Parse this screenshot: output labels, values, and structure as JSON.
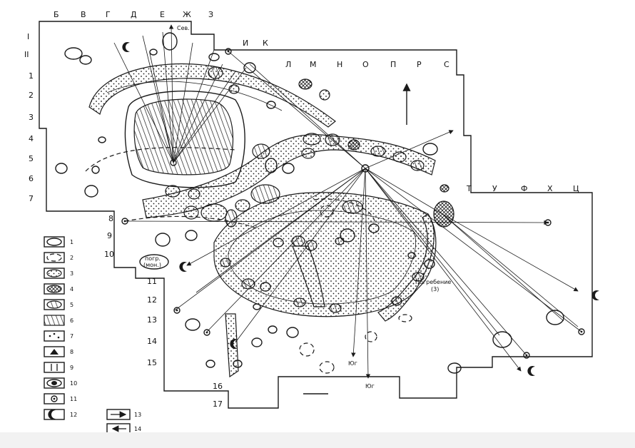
{
  "grid_top": [
    "Б",
    "В",
    "Г",
    "Д",
    "Е",
    "Ж",
    "З",
    "И",
    "К",
    "Л",
    "М",
    "Н",
    "О",
    "П",
    "Р",
    "С"
  ],
  "grid_right": [
    "Т",
    "У",
    "Ф",
    "Х",
    "Ц"
  ],
  "grid_left": [
    "I",
    "II",
    "1",
    "2",
    "3",
    "4",
    "5",
    "6",
    "7",
    "8",
    "9",
    "10",
    "11",
    "12",
    "13",
    "14",
    "15",
    "16",
    "17"
  ],
  "labels": {
    "north": "Сев.",
    "south_1": "Юг",
    "south_2": "Юг",
    "burial_left_1": "погр.",
    "burial_left_2": "(мон.)",
    "burial_right_1": "Погребение",
    "burial_right_2": "(3)"
  },
  "legend": [
    "1",
    "2",
    "3",
    "4",
    "5",
    "6",
    "7",
    "8",
    "9",
    "10",
    "11",
    "12"
  ],
  "legend_arrows": [
    "13",
    "14"
  ]
}
